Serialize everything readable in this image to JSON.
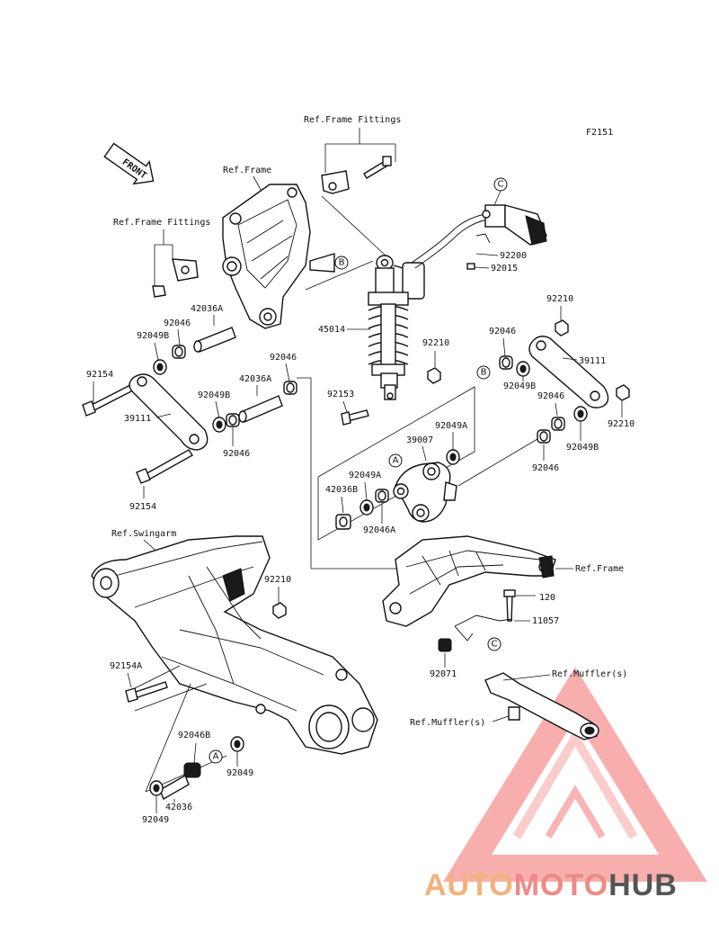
{
  "figure_code": "F2151",
  "front_arrow_label": "FRONT",
  "ref_labels": {
    "frame_fittings_top": "Ref.Frame Fittings",
    "frame_fittings_left": "Ref.Frame Fittings",
    "frame_top": "Ref.Frame",
    "swingarm": "Ref.Swingarm",
    "frame_right": "Ref.Frame",
    "muffler_right": "Ref.Muffler(s)",
    "muffler_left": "Ref.Muffler(s)"
  },
  "callouts": [
    "A",
    "B",
    "C"
  ],
  "part_labels": {
    "p92200": "92200",
    "p92015": "92015",
    "p92210_a": "92210",
    "p42036A_a": "42036A",
    "p92046_a": "92046",
    "p92049B_a": "92049B",
    "p92154_a": "92154",
    "p45014": "45014",
    "p92210_b": "92210",
    "p92046_b": "92046",
    "p39111_a": "39111",
    "p92049B_b": "92049B",
    "p42036A_b": "42036A",
    "p92046_c": "92046",
    "p92153": "92153",
    "p92049B_c": "92049B",
    "p39111_b": "39111",
    "p92046_d": "92046",
    "p92210_c": "92210",
    "p92049A_a": "92049A",
    "p39007": "39007",
    "p92046_e": "92046",
    "p92049B_d": "92049B",
    "p92049A_b": "92049A",
    "p42036B": "42036B",
    "p92046_f": "92046",
    "p92154_b": "92154",
    "p92046A": "92046A",
    "p92210_d": "92210",
    "p120": "120",
    "p11057": "11057",
    "p92071": "92071",
    "p92154A": "92154A",
    "p92046B": "92046B",
    "p92049_a": "92049",
    "p42036": "42036",
    "p92049_b": "92049"
  },
  "watermark": {
    "part1": "AUTO",
    "part2": "MOTO",
    "part3": "HUB",
    "color1": "#f2b27a",
    "color2": "#ee8a86",
    "color3": "#555555",
    "triangle_color": "#ef3b36"
  }
}
